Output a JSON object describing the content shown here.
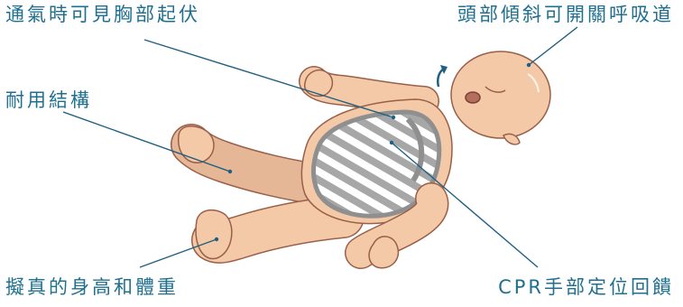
{
  "labels": {
    "top_left": "通氣時可見胸部起伏",
    "top_right": "頭部傾斜可開關呼吸道",
    "middle_left": "耐用結構",
    "bottom_left": "擬真的身高和體重",
    "bottom_right": "CPR手部定位回饋"
  },
  "colors": {
    "label_text": "#1f6f8f",
    "leader_line": "#1f5f80",
    "skin": "#f3c9a8",
    "skin_shadow": "#e0b090",
    "outline": "#9a5f48",
    "stripe_gray": "#a7a7a7",
    "stripe_white": "#ffffff"
  }
}
